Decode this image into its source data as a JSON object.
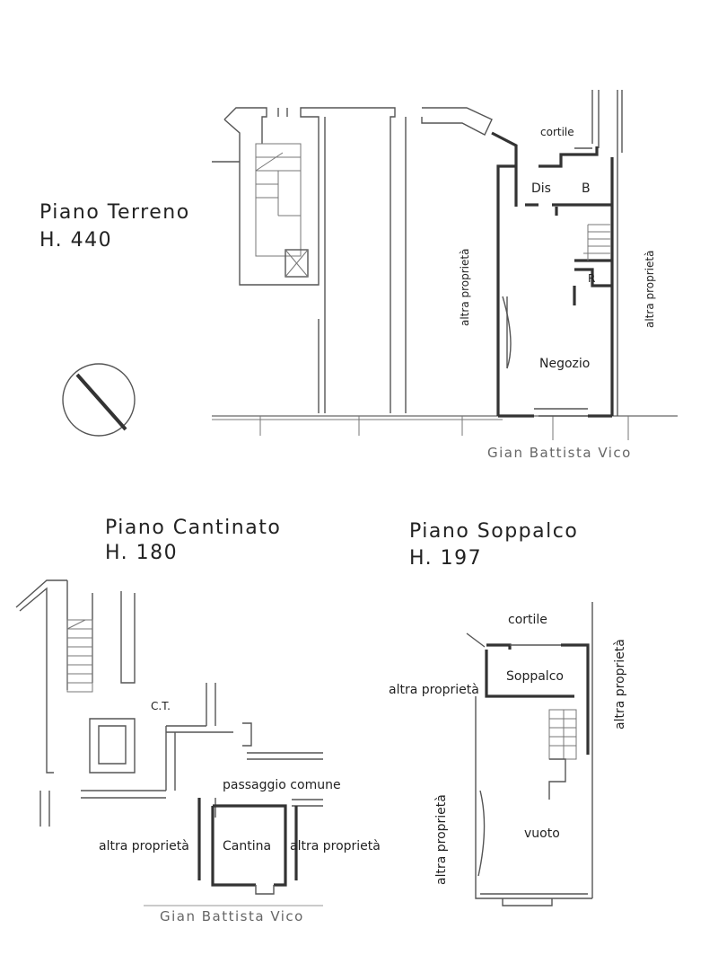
{
  "terreno": {
    "title": "Piano Terreno",
    "height": "H. 440",
    "street": "Gian Battista Vico",
    "rooms": {
      "cortile": "cortile",
      "dis": "Dis",
      "bagno": "B",
      "ripostiglio": "R",
      "negozio": "Negozio"
    },
    "neighbors": [
      "altra proprietà",
      "altra proprietà"
    ]
  },
  "cantinato": {
    "title": "Piano Cantinato",
    "height": "H. 180",
    "street": "Gian Battista Vico",
    "rooms": {
      "ct": "C.T.",
      "passaggio": "passaggio comune",
      "cantina": "Cantina"
    },
    "neighbors": [
      "altra proprietà",
      "altra proprietà"
    ]
  },
  "soppalco": {
    "title": "Piano Soppalco",
    "height": "H. 197",
    "rooms": {
      "cortile": "cortile",
      "soppalco": "Soppalco",
      "vuoto": "vuoto"
    },
    "neighbors": [
      "altra proprietà",
      "altra proprietà",
      "altra proprietà"
    ]
  }
}
